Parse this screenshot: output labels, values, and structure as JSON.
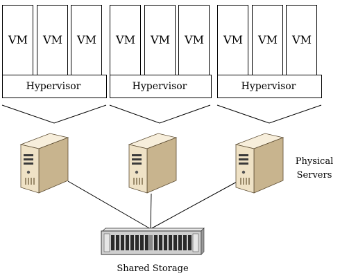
{
  "diagram": {
    "hosts": [
      {
        "vms": [
          "VM",
          "VM",
          "VM"
        ],
        "hypervisor": "Hypervisor"
      },
      {
        "vms": [
          "VM",
          "VM",
          "VM"
        ],
        "hypervisor": "Hypervisor"
      },
      {
        "vms": [
          "VM",
          "VM",
          "VM"
        ],
        "hypervisor": "Hypervisor"
      }
    ],
    "physical_servers_label": [
      "Physical",
      "Servers"
    ],
    "shared_storage_label": "Shared Storage",
    "colors": {
      "line": "#000000",
      "server_front": "#efe2c6",
      "server_side": "#c8b48e",
      "server_top": "#f7eedb",
      "storage_body": "#cfcfcf",
      "storage_dark": "#2a2a2a"
    }
  }
}
